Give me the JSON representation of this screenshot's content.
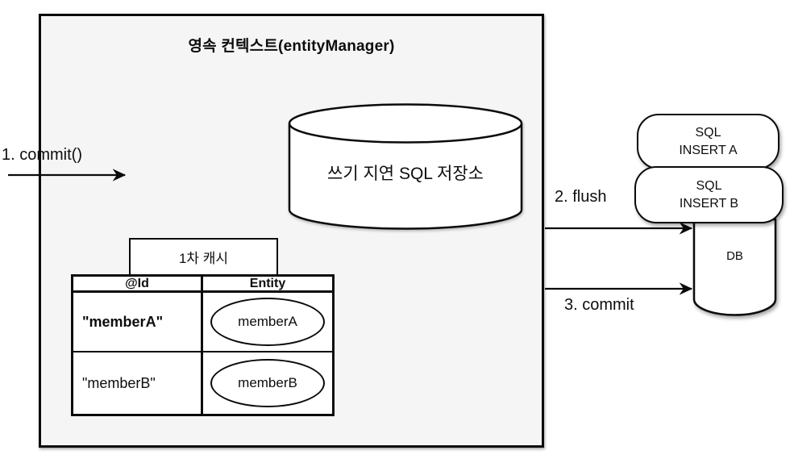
{
  "persistence_context": {
    "title": "영속 컨텍스트(entityManager)",
    "sql_store_label": "쓰기 지연 SQL 저장소",
    "cache": {
      "tab_label": "1차 캐시",
      "headers": [
        "@Id",
        "Entity"
      ],
      "rows": [
        {
          "id": "\"memberA\"",
          "entity": "memberA"
        },
        {
          "id": "\"memberB\"",
          "entity": "memberB"
        }
      ]
    }
  },
  "arrows": {
    "step1": "1. commit()",
    "step2": "2. flush",
    "step3": "3. commit"
  },
  "database": {
    "label": "DB",
    "sql_bubbles": [
      {
        "line1": "SQL",
        "line2": "INSERT A"
      },
      {
        "line1": "SQL",
        "line2": "INSERT B"
      }
    ]
  },
  "colors": {
    "box_fill": "#f5f5f5",
    "shape_fill": "#ffffff",
    "stroke": "#0b0b0b",
    "background": "#ffffff"
  }
}
